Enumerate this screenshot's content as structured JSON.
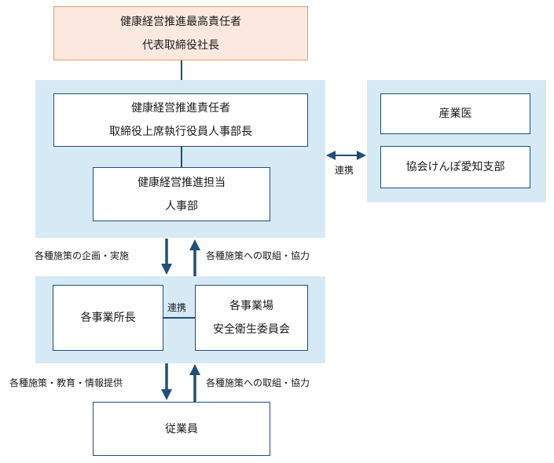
{
  "top_box": {
    "line1": "健康経営推進最高責任者",
    "line2": "代表取締役社長"
  },
  "management_panel": {
    "responsible_box": {
      "line1": "健康経営推進責任者",
      "line2": "取締役上席執行役員人事部長"
    },
    "staff_box": {
      "line1": "健康経営推進担当",
      "line2": "人事部"
    }
  },
  "partners_panel": {
    "doctor_box": "産業医",
    "association_box": "協会けんぽ愛知支部"
  },
  "link_label": "連携",
  "flow1": {
    "down_label": "各種施策の企画・実施",
    "up_label": "各種施策への取組・協力"
  },
  "sites_panel": {
    "managers_box": "各事業所長",
    "committee_box": {
      "line1": "各事業場",
      "line2": "安全衛生委員会"
    },
    "link_label": "連携"
  },
  "flow2": {
    "down_label": "各種施策・教育・情報提供",
    "up_label": "各種施策への取組・協力"
  },
  "employees_box": "従業員",
  "colors": {
    "panel": "#d6eaf6",
    "line": "#1f4f7a",
    "top_fill": "#fbe9df",
    "top_border": "#e69a6a"
  }
}
